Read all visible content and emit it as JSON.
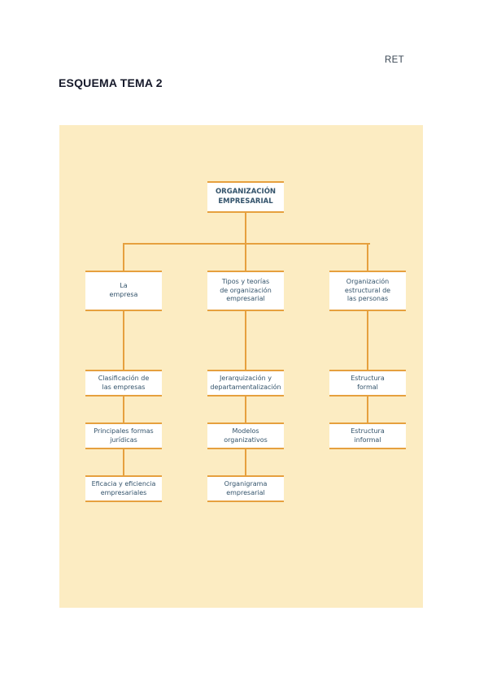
{
  "page": {
    "header_right": "RET",
    "title": "ESQUEMA TEMA 2"
  },
  "diagram": {
    "panel_color": "#fcecc2",
    "line_color": "#e6a03e",
    "text_color": "#33536b",
    "root_label": "ORGANIZACIÓN\nEMPRESARIAL",
    "columns": [
      {
        "label": "La\nempresa",
        "children": [
          "Clasificación de\nlas empresas",
          "Principales formas\njurídicas",
          "Eficacia y eficiencia\nempresariales"
        ]
      },
      {
        "label": "Tipos y teorías\nde organización\nempresarial",
        "children": [
          "Jerarquización y\ndepartamentalización",
          "Modelos\norganizativos",
          "Organigrama\nempresarial"
        ]
      },
      {
        "label": "Organización\nestructural de\nlas personas",
        "children": [
          "Estructura\nformal",
          "Estructura\ninformal"
        ]
      }
    ]
  }
}
